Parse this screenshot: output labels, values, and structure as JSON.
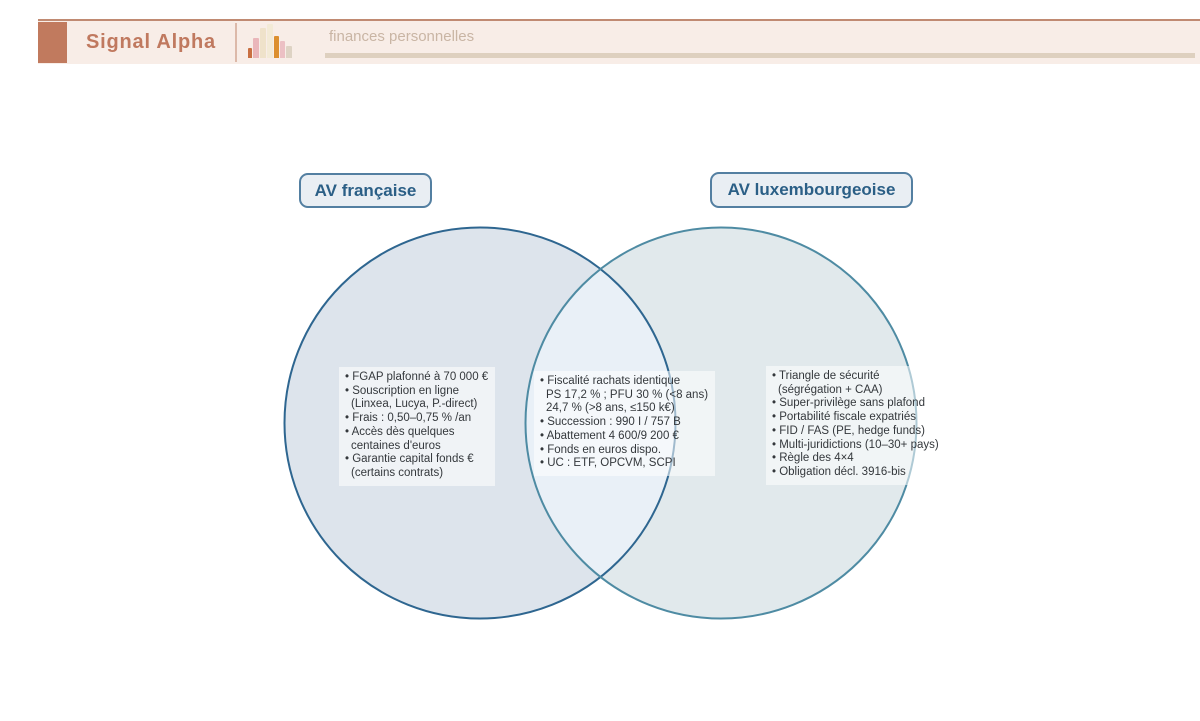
{
  "header": {
    "brand": "Signal Alpha",
    "nav_item": "finances personnelles",
    "logo_icon": "bar-chart-icon"
  },
  "diagram": {
    "type": "venn",
    "left_label": "AV française",
    "right_label": "AV luxembourgeoise",
    "left_only_lines": [
      {
        "text": "• FGAP plafonné à 70 000 €"
      },
      {
        "text": "• Souscription en ligne"
      },
      {
        "text": "(Linxea, Lucya, P.-direct)",
        "cont": true
      },
      {
        "text": "• Frais : 0,50–0,75 % /an"
      },
      {
        "text": "• Accès dès quelques"
      },
      {
        "text": "centaines d'euros",
        "cont": true
      },
      {
        "text": "• Garantie capital fonds €"
      },
      {
        "text": "(certains contrats)",
        "cont": true
      }
    ],
    "intersection_lines": [
      {
        "text": "• Fiscalité rachats identique"
      },
      {
        "text": "PS 17,2 % ; PFU 30 % (<8 ans)",
        "cont": true
      },
      {
        "text": "24,7 % (>8 ans, ≤150 k€)",
        "cont": true
      },
      {
        "text": "• Succession : 990 I / 757 B"
      },
      {
        "text": "• Abattement 4 600/9 200 €"
      },
      {
        "text": "• Fonds en euros dispo."
      },
      {
        "text": "• UC : ETF, OPCVM, SCPI"
      }
    ],
    "right_only_lines": [
      {
        "text": "• Triangle de sécurité"
      },
      {
        "text": "(ségrégation + CAA)",
        "cont": true
      },
      {
        "text": "• Super-privilège sans plafond"
      },
      {
        "text": "• Portabilité fiscale expatriés"
      },
      {
        "text": "• FID / FAS (PE, hedge funds)"
      },
      {
        "text": "• Multi-juridictions (10–30+ pays)"
      },
      {
        "text": "• Règle des 4×4"
      },
      {
        "text": "• Obligation décl. 3916-bis"
      }
    ]
  },
  "colors": {
    "accent_terracotta": "#c0795f",
    "header_bg": "#f8ede7",
    "header_top_border": "#c08a72",
    "nav_text": "#c9b5a4",
    "nav_underline": "#ded0bf",
    "left_circle_fill": "#dde4ec",
    "right_circle_fill": "#e1e9ec",
    "intersection_fill": "#e9f0f7",
    "left_circle_stroke": "#2e6690",
    "right_circle_stroke": "#4e8ba3",
    "pill_text": "#2b5f86",
    "pill_border": "#537fa1",
    "body_text": "#34383c"
  }
}
